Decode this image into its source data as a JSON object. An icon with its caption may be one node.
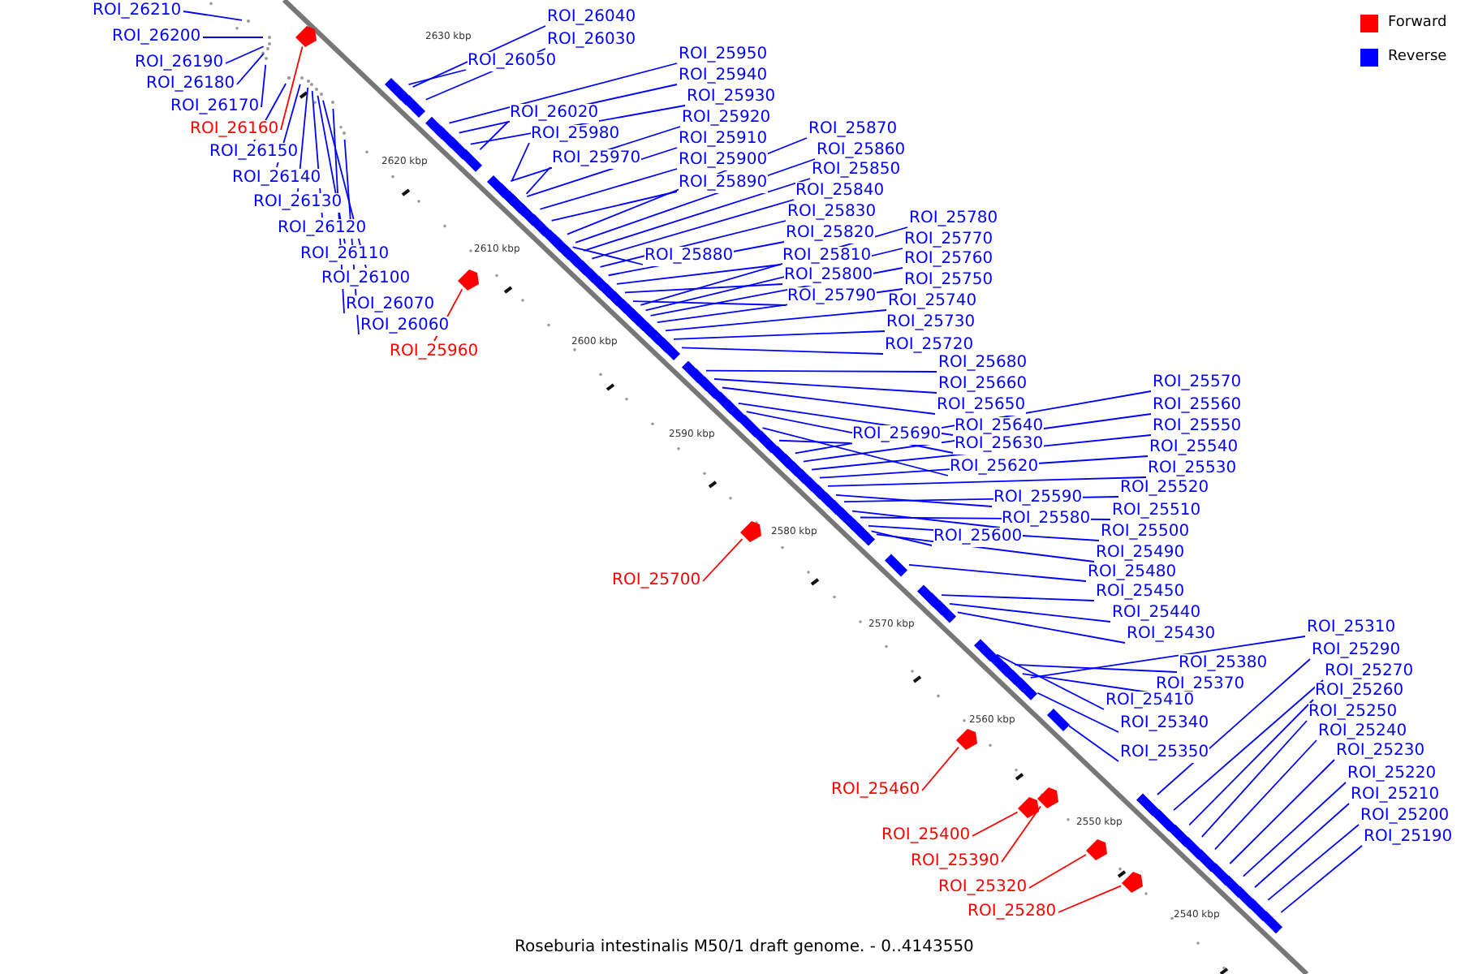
{
  "diagram": {
    "caption": "Roseburia intestinalis M50/1 draft genome. - 0..4143550",
    "nodes": [
      {
        "text": [
          "ROI_26210"
        ]
      },
      {
        "text": [
          "ROI_26040"
        ]
      },
      {
        "text": [
          "ROI_26200"
        ]
      },
      {
        "text": [
          "ROI_26030"
        ]
      },
      {
        "text": [
          "ROI_25950"
        ]
      },
      {
        "text": [
          "ROI_26050"
        ]
      },
      {
        "text": [
          "ROI_26190"
        ]
      },
      {
        "text": [
          "ROI_25940"
        ]
      },
      {
        "text": [
          "ROI_26180"
        ]
      },
      {
        "text": [
          "ROI_25930"
        ]
      },
      {
        "text": [
          "ROI_26170"
        ]
      },
      {
        "text": [
          "ROI_26020"
        ]
      },
      {
        "text": [
          "ROI_25920"
        ]
      },
      {
        "text": [
          "ROI_25870"
        ]
      },
      {
        "text": [
          "ROI_26160"
        ]
      },
      {
        "text": [
          "ROI_25980"
        ]
      },
      {
        "text": [
          "ROI_25910"
        ]
      },
      {
        "text": [
          "ROI_25860"
        ]
      },
      {
        "text": [
          "ROI_26150"
        ]
      },
      {
        "text": [
          "ROI_25970"
        ]
      },
      {
        "text": [
          "ROI_25900"
        ]
      },
      {
        "text": [
          "ROI_25850"
        ]
      },
      {
        "text": [
          "ROI_26140"
        ]
      },
      {
        "text": [
          "ROI_25890"
        ]
      },
      {
        "text": [
          "ROI_25840"
        ]
      },
      {
        "text": [
          "ROI_26130"
        ]
      },
      {
        "text": [
          "ROI_25830"
        ]
      },
      {
        "text": [
          "ROI_25780"
        ]
      },
      {
        "text": [
          "ROI_26120"
        ]
      },
      {
        "text": [
          "ROI_25820"
        ]
      },
      {
        "text": [
          "ROI_25770"
        ]
      },
      {
        "text": [
          "ROI_26110"
        ]
      },
      {
        "text": [
          "ROI_25880"
        ]
      },
      {
        "text": [
          "ROI_25810"
        ]
      },
      {
        "text": [
          "ROI_25760"
        ]
      },
      {
        "text": [
          "ROI_25800"
        ]
      },
      {
        "text": [
          "ROI_26100"
        ]
      },
      {
        "text": [
          "ROI_25750"
        ]
      },
      {
        "text": [
          "ROI_25790"
        ]
      },
      {
        "text": [
          "ROI_25740"
        ]
      },
      {
        "text": [
          "ROI_26070"
        ]
      },
      {
        "text": [
          "ROI_25730"
        ]
      },
      {
        "text": [
          "ROI_26060"
        ]
      },
      {
        "text": [
          "ROI_25720"
        ]
      },
      {
        "text": [
          "ROI_25960"
        ]
      },
      {
        "text": [
          "ROI_25680"
        ]
      },
      {
        "text": [
          "ROI_25570"
        ]
      },
      {
        "text": [
          "ROI_25660"
        ]
      },
      {
        "text": [
          "ROI_25650"
        ]
      },
      {
        "text": [
          "ROI_25560"
        ]
      },
      {
        "text": [
          "ROI_25640"
        ]
      },
      {
        "text": [
          "ROI_25550"
        ]
      },
      {
        "text": [
          "ROI_25690"
        ]
      },
      {
        "text": [
          "ROI_25630"
        ]
      },
      {
        "text": [
          "ROI_25540"
        ]
      },
      {
        "text": [
          "ROI_25620"
        ]
      },
      {
        "text": [
          "ROI_25530"
        ]
      },
      {
        "text": [
          "ROI_25520"
        ]
      },
      {
        "text": [
          "ROI_25590"
        ]
      },
      {
        "text": [
          "ROI_25510"
        ]
      },
      {
        "text": [
          "ROI_25580"
        ]
      },
      {
        "text": [
          "ROI_25500"
        ]
      },
      {
        "text": [
          "ROI_25600"
        ]
      },
      {
        "text": [
          "ROI_25490"
        ]
      },
      {
        "text": [
          "ROI_25480"
        ]
      },
      {
        "text": [
          "ROI_25700"
        ]
      },
      {
        "text": [
          "ROI_25450"
        ]
      },
      {
        "text": [
          "ROI_25440"
        ]
      },
      {
        "text": [
          "ROI_25310"
        ]
      },
      {
        "text": [
          "ROI_25430"
        ]
      },
      {
        "text": [
          "ROI_25290"
        ]
      },
      {
        "text": [
          "ROI_25380"
        ]
      },
      {
        "text": [
          "ROI_25270"
        ]
      },
      {
        "text": [
          "ROI_25370"
        ]
      },
      {
        "text": [
          "ROI_25260"
        ]
      },
      {
        "text": [
          "ROI_25340"
        ]
      },
      {
        "text": [
          "ROI_25410"
        ]
      },
      {
        "text": [
          "ROI_25250"
        ]
      },
      {
        "text": [
          "ROI_25240"
        ]
      },
      {
        "text": [
          "ROI_25230"
        ]
      },
      {
        "text": [
          "ROI_25350"
        ]
      },
      {
        "text": [
          "ROI_25220"
        ]
      },
      {
        "text": [
          "ROI_25460"
        ]
      },
      {
        "text": [
          "ROI_25210"
        ]
      },
      {
        "text": [
          "ROI_25200"
        ]
      },
      {
        "text": [
          "ROI_25400"
        ]
      },
      {
        "text": [
          "ROI_25190"
        ]
      },
      {
        "text": [
          "ROI_25390"
        ]
      },
      {
        "text": [
          "ROI_25320"
        ]
      },
      {
        "text": [
          "ROI_25280"
        ]
      },
      {
        "text": [],
        "shape": "arrow"
      },
      {
        "text": [],
        "shape": "arrow"
      },
      {
        "text": [],
        "shape": "arrow"
      },
      {
        "text": [],
        "shape": "arrow"
      },
      {
        "text": [],
        "shape": "arrow"
      },
      {
        "text": [],
        "shape": "arrow"
      },
      {
        "text": [],
        "shape": "arrow"
      },
      {
        "text": [],
        "shape": "arrow"
      },
      {
        "text": [],
        "shape": "arrow"
      },
      {
        "text": [],
        "shape": "arrow"
      },
      {
        "text": [],
        "shape": "arrow"
      },
      {
        "text": [],
        "shape": "arrow"
      },
      {
        "text": [],
        "shape": "arrow"
      },
      {
        "text": [],
        "shape": "arrow"
      },
      {
        "text": [],
        "shape": "arrow"
      },
      {
        "text": [],
        "shape": "arrow"
      },
      {
        "text": [],
        "shape": "arrow"
      },
      {
        "text": [],
        "shape": "arrow"
      },
      {
        "text": [],
        "shape": "arrow"
      },
      {
        "text": [],
        "shape": "arrow"
      },
      {
        "text": [],
        "shape": "arrow"
      },
      {
        "text": [],
        "shape": "arrow"
      },
      {
        "text": [],
        "shape": "arrow"
      },
      {
        "text": [],
        "shape": "arrow"
      },
      {
        "text": [],
        "shape": "arrow"
      },
      {
        "text": [],
        "shape": "arrow"
      },
      {
        "text": [],
        "shape": "arrow"
      },
      {
        "text": [],
        "shape": "arrow"
      },
      {
        "text": [],
        "shape": "arrow"
      },
      {
        "text": [],
        "shape": "arrow"
      },
      {
        "text": [],
        "shape": "arrow"
      },
      {
        "text": [],
        "shape": "arrow"
      },
      {
        "text": [],
        "shape": "arrow"
      },
      {
        "text": [],
        "shape": "arrow"
      },
      {
        "text": [],
        "shape": "arrow"
      },
      {
        "text": [],
        "shape": "arrow"
      },
      {
        "text": [],
        "shape": "arrow"
      },
      {
        "text": [],
        "shape": "arrow"
      },
      {
        "text": [],
        "shape": "arrow"
      },
      {
        "text": [],
        "shape": "arrow"
      },
      {
        "text": [],
        "shape": "arrow"
      },
      {
        "text": [],
        "shape": "arrow"
      },
      {
        "text": [],
        "shape": "arrow"
      },
      {
        "text": [],
        "shape": "arrow"
      },
      {
        "text": [],
        "shape": "arrow"
      },
      {
        "text": [],
        "shape": "arrow"
      },
      {
        "text": [],
        "shape": "arrow"
      },
      {
        "text": [],
        "shape": "arrow"
      },
      {
        "text": [],
        "shape": "arrow"
      },
      {
        "text": [],
        "shape": "arrow"
      },
      {
        "text": [],
        "shape": "arrow"
      },
      {
        "text": [],
        "shape": "arrow"
      },
      {
        "text": [],
        "shape": "arrow"
      },
      {
        "text": [],
        "shape": "arrow"
      },
      {
        "text": [],
        "shape": "arrow"
      },
      {
        "text": [],
        "shape": "arrow"
      },
      {
        "text": [],
        "shape": "arrow"
      },
      {
        "text": [],
        "shape": "arrow"
      },
      {
        "text": [],
        "shape": "arrow"
      },
      {
        "text": [],
        "shape": "arrow"
      },
      {
        "text": [],
        "shape": "arrow"
      },
      {
        "text": [],
        "shape": "arrow"
      },
      {
        "text": [],
        "shape": "arrow"
      },
      {
        "text": [],
        "shape": "arrow"
      },
      {
        "text": [],
        "shape": "arrow"
      },
      {
        "text": [],
        "shape": "arrow"
      },
      {
        "text": [],
        "shape": "arrow"
      },
      {
        "text": [],
        "shape": "arrow"
      },
      {
        "text": [],
        "shape": "arrow"
      },
      {
        "text": [],
        "shape": "arrow"
      },
      {
        "text": [],
        "shape": "arrow"
      },
      {
        "text": [],
        "shape": "arrow"
      },
      {
        "text": [],
        "shape": "arrow"
      },
      {
        "text": [],
        "shape": "arrow"
      },
      {
        "text": [],
        "shape": "arrow"
      },
      {
        "text": [],
        "shape": "arrow"
      },
      {
        "text": [],
        "shape": "arrow"
      }
    ],
    "edges": [
      {
        "from": 0,
        "to": null,
        "arrow": "none"
      },
      {
        "from": 1,
        "to": 98,
        "arrow": "none"
      },
      {
        "from": 2,
        "to": null,
        "arrow": "none"
      },
      {
        "from": 3,
        "to": 99,
        "arrow": "none"
      },
      {
        "from": 4,
        "to": 100,
        "arrow": "none"
      },
      {
        "from": 5,
        "to": 101,
        "arrow": "none"
      },
      {
        "from": 6,
        "to": null,
        "arrow": "none"
      },
      {
        "from": 7,
        "to": 102,
        "arrow": "none"
      },
      {
        "from": 8,
        "to": null,
        "arrow": "none"
      },
      {
        "from": 9,
        "to": 103,
        "arrow": "none"
      },
      {
        "from": 10,
        "to": null,
        "arrow": "none"
      },
      {
        "from": 11,
        "to": 104,
        "arrow": "none"
      },
      {
        "from": 12,
        "to": 105,
        "arrow": "none"
      },
      {
        "from": 13,
        "to": 106,
        "arrow": "none"
      },
      {
        "from": 14,
        "to": 90,
        "arrow": "none",
        "color": "#ff0000"
      },
      {
        "from": 15,
        "to": 107,
        "arrow": "none"
      },
      {
        "from": 16,
        "to": 108,
        "arrow": "none"
      },
      {
        "from": 17,
        "to": 109,
        "arrow": "none"
      },
      {
        "from": 18,
        "to": null,
        "arrow": "none"
      },
      {
        "from": 19,
        "to": 110,
        "arrow": "none"
      },
      {
        "from": 20,
        "to": 111,
        "arrow": "none"
      },
      {
        "from": 21,
        "to": 112,
        "arrow": "none"
      },
      {
        "from": 22,
        "to": null,
        "arrow": "none"
      },
      {
        "from": 23,
        "to": 113,
        "arrow": "none"
      },
      {
        "from": 24,
        "to": 114,
        "arrow": "none"
      },
      {
        "from": 25,
        "to": null,
        "arrow": "none"
      },
      {
        "from": 26,
        "to": 115,
        "arrow": "none"
      },
      {
        "from": 27,
        "to": 116,
        "arrow": "none"
      },
      {
        "from": 28,
        "to": null,
        "arrow": "none"
      },
      {
        "from": 29,
        "to": 117,
        "arrow": "none"
      },
      {
        "from": 30,
        "to": 118,
        "arrow": "none"
      },
      {
        "from": 31,
        "to": null,
        "arrow": "none"
      },
      {
        "from": 32,
        "to": 119,
        "arrow": "none"
      },
      {
        "from": 33,
        "to": 120,
        "arrow": "none"
      },
      {
        "from": 34,
        "to": 121,
        "arrow": "none"
      },
      {
        "from": 35,
        "to": 122,
        "arrow": "none"
      },
      {
        "from": 36,
        "to": null,
        "arrow": "none"
      },
      {
        "from": 37,
        "to": 123,
        "arrow": "none"
      },
      {
        "from": 38,
        "to": 124,
        "arrow": "none"
      },
      {
        "from": 39,
        "to": 125,
        "arrow": "none"
      },
      {
        "from": 40,
        "to": null,
        "arrow": "none"
      },
      {
        "from": 41,
        "to": 126,
        "arrow": "none"
      },
      {
        "from": 42,
        "to": null,
        "arrow": "none"
      },
      {
        "from": 43,
        "to": 127,
        "arrow": "none"
      },
      {
        "from": 44,
        "to": 91,
        "arrow": "none",
        "color": "#ff0000"
      },
      {
        "from": 45,
        "to": 128,
        "arrow": "none"
      },
      {
        "from": 46,
        "to": 129,
        "arrow": "none"
      },
      {
        "from": 47,
        "to": 130,
        "arrow": "none"
      },
      {
        "from": 48,
        "to": 131,
        "arrow": "none"
      },
      {
        "from": 49,
        "to": 132,
        "arrow": "none"
      },
      {
        "from": 50,
        "to": 133,
        "arrow": "none"
      },
      {
        "from": 51,
        "to": 134,
        "arrow": "none"
      },
      {
        "from": 52,
        "to": 135,
        "arrow": "none"
      },
      {
        "from": 53,
        "to": 136,
        "arrow": "none"
      },
      {
        "from": 54,
        "to": 137,
        "arrow": "none"
      },
      {
        "from": 55,
        "to": 138,
        "arrow": "none"
      },
      {
        "from": 56,
        "to": 139,
        "arrow": "none"
      },
      {
        "from": 57,
        "to": 140,
        "arrow": "none"
      },
      {
        "from": 58,
        "to": 141,
        "arrow": "none"
      },
      {
        "from": 59,
        "to": 142,
        "arrow": "none"
      },
      {
        "from": 60,
        "to": 143,
        "arrow": "none"
      },
      {
        "from": 61,
        "to": 144,
        "arrow": "none"
      },
      {
        "from": 62,
        "to": 145,
        "arrow": "none"
      },
      {
        "from": 63,
        "to": 146,
        "arrow": "none"
      },
      {
        "from": 64,
        "to": 147,
        "arrow": "none"
      },
      {
        "from": 65,
        "to": 92,
        "arrow": "none",
        "color": "#ff0000"
      },
      {
        "from": 66,
        "to": 148,
        "arrow": "none"
      },
      {
        "from": 67,
        "to": 149,
        "arrow": "none"
      },
      {
        "from": 68,
        "to": 150,
        "arrow": "none"
      },
      {
        "from": 69,
        "to": 151,
        "arrow": "none"
      },
      {
        "from": 70,
        "to": 152,
        "arrow": "none"
      },
      {
        "from": 71,
        "to": 153,
        "arrow": "none"
      },
      {
        "from": 72,
        "to": 154,
        "arrow": "none"
      },
      {
        "from": 73,
        "to": 155,
        "arrow": "none"
      },
      {
        "from": 74,
        "to": 156,
        "arrow": "none"
      },
      {
        "from": 75,
        "to": 157,
        "arrow": "none"
      },
      {
        "from": 76,
        "to": 158,
        "arrow": "none"
      },
      {
        "from": 77,
        "to": 159,
        "arrow": "none"
      },
      {
        "from": 78,
        "to": 160,
        "arrow": "none"
      },
      {
        "from": 79,
        "to": 161,
        "arrow": "none"
      },
      {
        "from": 80,
        "to": 162,
        "arrow": "none"
      },
      {
        "from": 81,
        "to": 163,
        "arrow": "none"
      },
      {
        "from": 82,
        "to": 93,
        "arrow": "none",
        "color": "#ff0000"
      },
      {
        "from": 83,
        "to": 164,
        "arrow": "none"
      },
      {
        "from": 84,
        "to": 165,
        "arrow": "none"
      },
      {
        "from": 85,
        "to": 94,
        "arrow": "none",
        "color": "#ff0000"
      },
      {
        "from": 86,
        "to": 166,
        "arrow": "none"
      },
      {
        "from": 87,
        "to": 95,
        "arrow": "none",
        "color": "#ff0000"
      },
      {
        "from": 88,
        "to": 96,
        "arrow": "none",
        "color": "#ff0000"
      },
      {
        "from": 89,
        "to": 97,
        "arrow": "none",
        "color": "#ff0000"
      }
    ],
    "labels": [
      "2630 kbp",
      "2620 kbp",
      "2610 kbp",
      "2600 kbp",
      "2590 kbp",
      "2580 kbp",
      "2570 kbp",
      "2560 kbp",
      "2550 kbp",
      "2540 kbp"
    ],
    "legend": [
      {
        "text": "Forward",
        "color": "#ff0000"
      },
      {
        "text": "Reverse",
        "color": "#0000ff"
      }
    ]
  }
}
